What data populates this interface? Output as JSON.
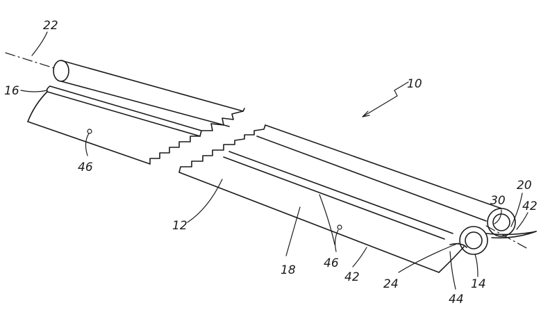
{
  "figure": {
    "refs": {
      "r10": "10",
      "r12": "12",
      "r14": "14",
      "r16": "16",
      "r18": "18",
      "r20": "20",
      "r22": "22",
      "r24": "24",
      "r30": "30",
      "r42a": "42",
      "r42b": "42",
      "r44": "44",
      "r46a": "46",
      "r46b": "46"
    }
  }
}
